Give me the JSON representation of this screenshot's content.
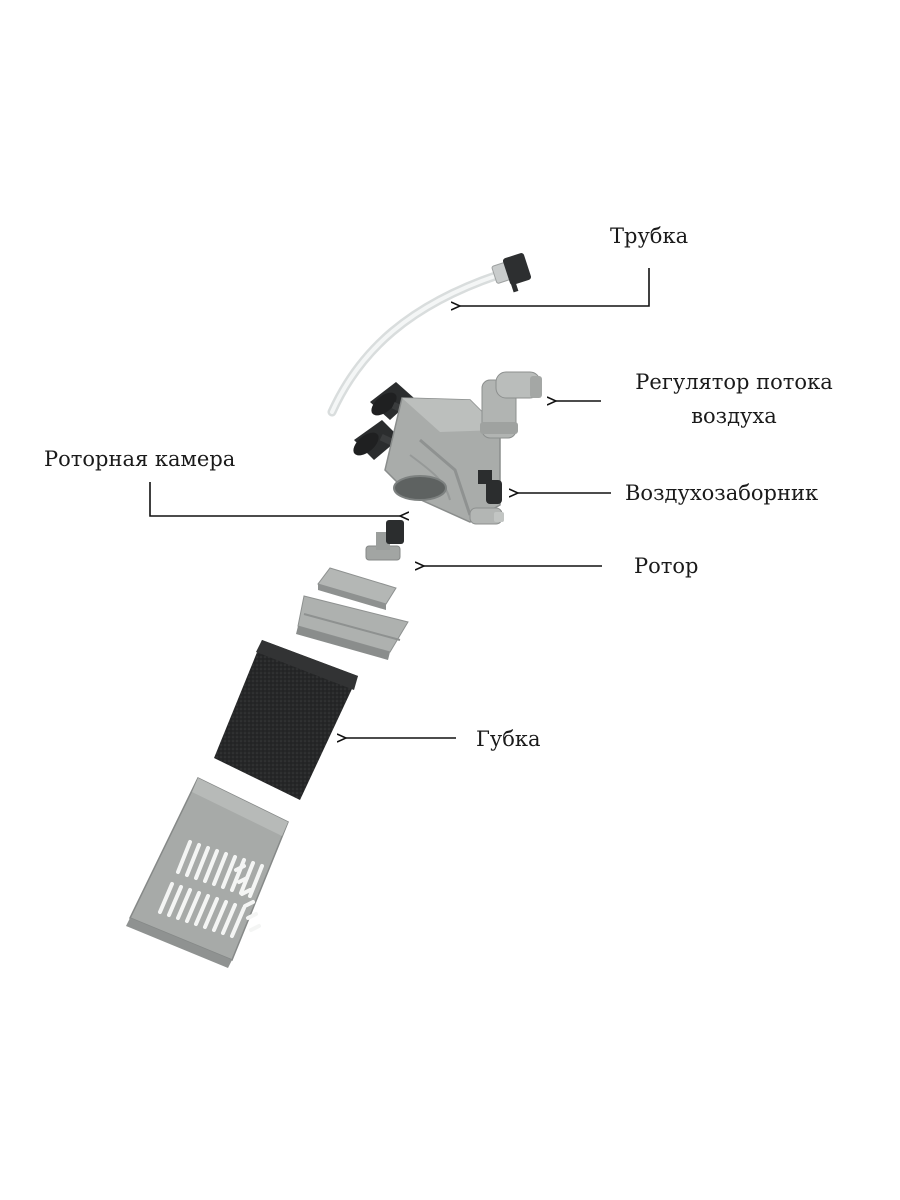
{
  "labels": {
    "tube": "Трубка",
    "flow_regulator_line1": "Регулятор потока",
    "flow_regulator_line2": "воздуха",
    "rotor_chamber": "Роторная камера",
    "air_intake": "Воздухозаборник",
    "rotor": "Ротор",
    "sponge": "Губка"
  },
  "colors": {
    "background": "#ffffff",
    "text": "#1a1a1a",
    "leader": "#111111",
    "plastic_grey": "#a7aaa8",
    "plastic_dark": "#7d8180",
    "suction_cup": "#2b2d2e",
    "sponge": "#262728",
    "tube": "#e9ecec"
  }
}
